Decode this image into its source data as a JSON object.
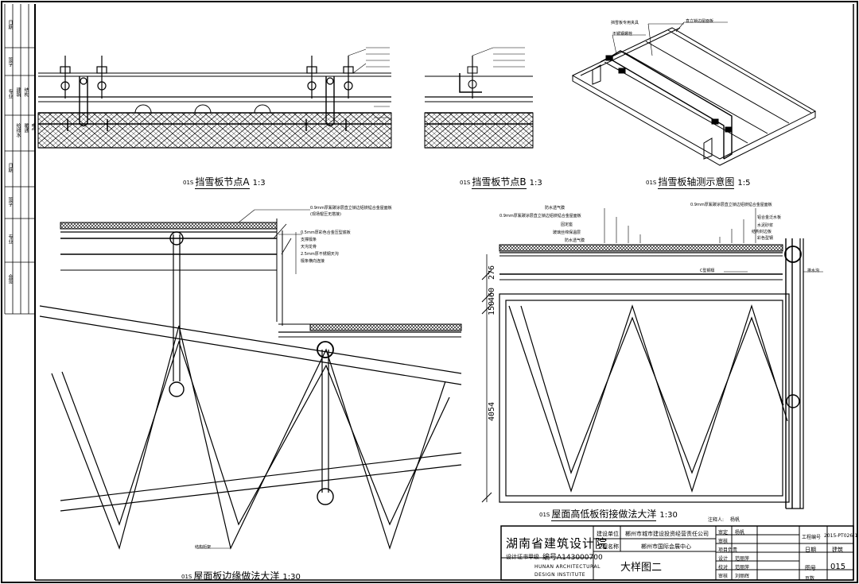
{
  "sheet": {
    "border_color": "#000000",
    "background": "#ffffff"
  },
  "details": {
    "snowguard_a": {
      "num": "01S",
      "title": "挡雪板节点A",
      "scale": "1:3"
    },
    "snowguard_b": {
      "num": "01S",
      "title": "挡雪板节点B",
      "scale": "1:3"
    },
    "snowguard_axo": {
      "num": "01S",
      "title": "挡雪板轴测示意图",
      "scale": "1:5"
    },
    "edge_detail": {
      "num": "01S",
      "title": "屋面板边缘做法大洋",
      "scale": "1:30"
    },
    "high_low_detail": {
      "num": "01S",
      "title": "屋面高低板衔接做法大洋",
      "scale": "1:30"
    }
  },
  "callouts": {
    "edge_top_1": "0.9mm厚氟碳涂层直立锁边铝镁锰合金屋面板",
    "edge_top_2": "(现场辊压无搭接)",
    "edge_mid_1": "0.5mm厚彩色合金压型底板",
    "edge_mid_2": "支撑檩条",
    "edge_mid_3": "天沟龙骨",
    "edge_mid_4": "2.5mm厚不锈钢天沟",
    "edge_mid_5": "檩条横向连接",
    "high_top": "0.9mm厚氟碳涂层直立锁边铝镁锰合金屋面板",
    "high_list_1": "防水透气膜",
    "high_list_2": "0.9mm厚氟碳涂层直立锁边铝镁锰合金屋面板",
    "high_list_3": "固定座",
    "high_list_4": "玻璃丝绵保温层",
    "high_list_5": "防水透气膜",
    "high_right_top": "0.9mm厚氟碳涂层直立锁边铝镁锰合金屋面板",
    "high_right_1": "铝合金泛水板",
    "high_right_2": "水泥砂浆",
    "high_right_3": "结构封边板",
    "high_right_4": "彩色型钢",
    "high_c_beam": "C型钢檩",
    "high_gutter": "排水沟",
    "axo_top": "直立锁边屋面板",
    "axo_clamp": "不锈钢螺栓",
    "axo_plate": "挡雪板专用夹具",
    "edge_bottom": "结构桁架",
    "note_label": "注释人:",
    "note_name": "杨帆"
  },
  "dimensions": {
    "d276": "276",
    "d460": "460",
    "d150": "150",
    "d4054": "4054"
  },
  "titleblock": {
    "institute": "湖南省建筑设计院",
    "cert_label": "设计证书甲级",
    "cert_no": "编号A143000700",
    "eng_1": "HUNAN ARCHITECTURAL",
    "eng_2": "DESIGN INSTITUTE",
    "row1_label": "建设单位",
    "row1_value": "郴州市城市建设投资经营责任公司",
    "row2_label": "工程名称",
    "row2_value": "郴州市国际会展中心",
    "drawing_title": "大样图二",
    "roles": [
      "审定",
      "审核",
      "项目负责",
      "设计",
      "校对",
      "审核"
    ],
    "names": [
      "杨帆",
      "",
      "",
      "范丽萍",
      "范丽萍",
      "刘丽辉"
    ],
    "proj_no_label": "工程编号",
    "proj_no": "2015-PT026-1",
    "date_label": "日期",
    "date_value": "建筑",
    "sheet_label": "图号",
    "sheet_no": "015",
    "pages_label": "页数"
  },
  "left_strip": {
    "labels": [
      "日期",
      "签字",
      "专业",
      "建筑",
      "结构",
      "给排水",
      "暖通",
      "电气",
      "日期",
      "签字",
      "专业",
      "会签"
    ]
  }
}
